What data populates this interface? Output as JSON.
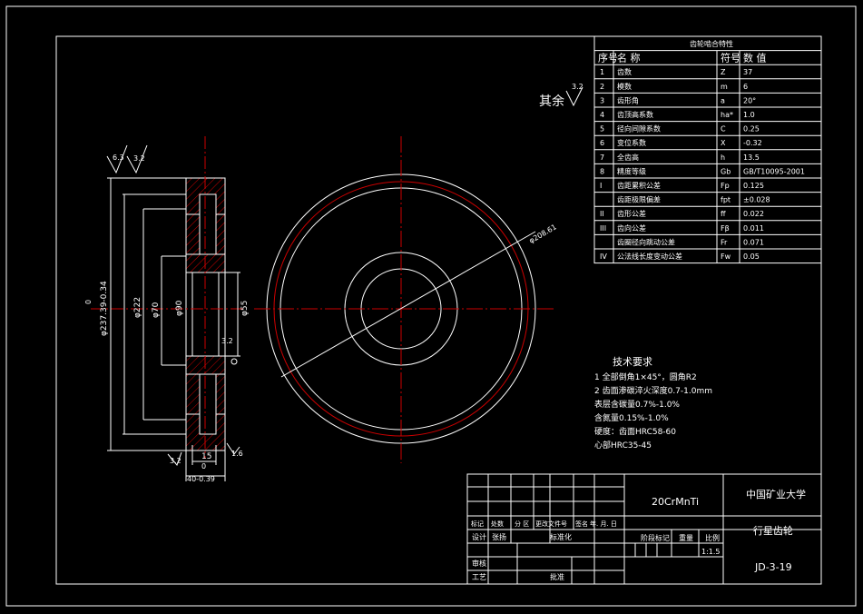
{
  "drawing": {
    "remainder_roughness": "其余",
    "remainder_roughness_value": "3.2",
    "diameter_callout": "φ208.61"
  },
  "section_view": {
    "roughness_1": "6.3",
    "roughness_2": "3.2",
    "dim_outer": "φ237.39-0.34",
    "dim_outer_prefix": "0",
    "dim_222": "φ222",
    "dim_70": "φ70",
    "dim_90": "φ90",
    "dim_55": "φ55",
    "dim_width": "40-0.39",
    "dim_width_prefix": "0",
    "dim_15": "15",
    "roughness_3": "3.2",
    "roughness_4": "1.6",
    "roughness_5": "3.2"
  },
  "gear_table": {
    "title": "齿轮啮合特性",
    "headers": [
      "序号",
      "名    称",
      "符号",
      "数    值"
    ],
    "rows": [
      {
        "no": "1",
        "name": "齿数",
        "sym": "Z",
        "val": "37"
      },
      {
        "no": "2",
        "name": "模数",
        "sym": "m",
        "val": "6"
      },
      {
        "no": "3",
        "name": "齿形角",
        "sym": "a",
        "val": "20°"
      },
      {
        "no": "4",
        "name": "齿顶高系数",
        "sym": "ha*",
        "val": "1.0"
      },
      {
        "no": "5",
        "name": "径向间隙系数",
        "sym": "C",
        "val": "0.25"
      },
      {
        "no": "6",
        "name": "变位系数",
        "sym": "X",
        "val": "-0.32"
      },
      {
        "no": "7",
        "name": "全齿高",
        "sym": "h",
        "val": "13.5"
      },
      {
        "no": "8",
        "name": "精度等级",
        "sym": "Gb",
        "val": "GB/T10095-2001"
      },
      {
        "no": "I",
        "name": "齿距累积公差",
        "sym": "Fp",
        "val": "0.125"
      },
      {
        "no": "",
        "name": "齿距极限偏差",
        "sym": "fpt",
        "val": "±0.028"
      },
      {
        "no": "II",
        "name": "齿形公差",
        "sym": "ff",
        "val": "0.022"
      },
      {
        "no": "III",
        "name": "齿向公差",
        "sym": "Fβ",
        "val": "0.011"
      },
      {
        "no": "",
        "name": "齿圈径向跳动公差",
        "sym": "Fr",
        "val": "0.071"
      },
      {
        "no": "IV",
        "name": "公法线长度变动公差",
        "sym": "Fw",
        "val": "0.05"
      }
    ]
  },
  "tech_req": {
    "title": "技术要求",
    "lines": [
      "1 全部倒角1×45°，圆角R2",
      "2 齿面渗碳淬火深度0.7-1.0mm",
      "    表层含碳量0.7%-1.0%",
      "    含氮量0.15%-1.0%",
      "    硬度：齿面HRC58-60",
      "    心部HRC35-45"
    ]
  },
  "title_block": {
    "material": "20CrMnTi",
    "school": "中国矿业大学",
    "part_name": "行星齿轮",
    "drawing_no": "JD-3-19",
    "mark_cols": [
      "标记",
      "处数",
      "分 区",
      "更改文件号",
      "签名",
      "年. 月. 日"
    ],
    "design": "设计",
    "design_name": "张扬",
    "standard": "标准化",
    "stage": "阶段标记",
    "weight": "重量",
    "scale": "比例",
    "scale_val": "1:1.5",
    "review": "审核",
    "craft": "工艺",
    "approve": "批准"
  }
}
